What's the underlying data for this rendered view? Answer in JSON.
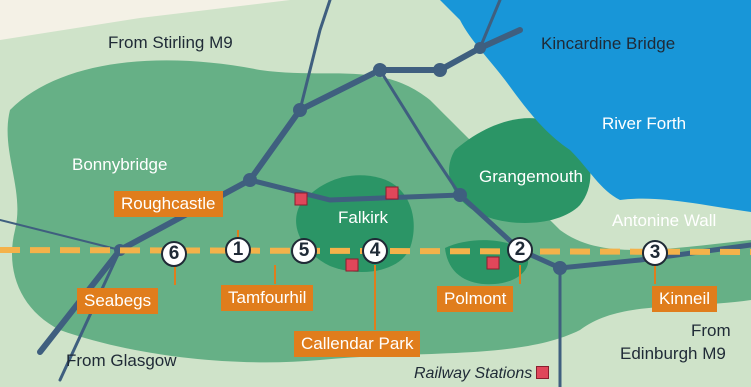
{
  "places": {
    "from_stirling": "From Stirling M9",
    "kincardine_bridge": "Kincardine Bridge",
    "river_forth": "River Forth",
    "bonnybridge": "Bonnybridge",
    "grangemouth": "Grangemouth",
    "falkirk": "Falkirk",
    "antonine_wall": "Antonine Wall",
    "from_glasgow": "From Glasgow",
    "from_edinburgh_1": "From",
    "from_edinburgh_2": "Edinburgh M9"
  },
  "sites": [
    {
      "number": "1",
      "name": "Roughcastle"
    },
    {
      "number": "2",
      "name": "Polmont"
    },
    {
      "number": "3",
      "name": "Kinneil"
    },
    {
      "number": "4",
      "name": "Callendar Park"
    },
    {
      "number": "5",
      "name": "Tamfourhil"
    },
    {
      "number": "6",
      "name": "Seabegs"
    }
  ],
  "legend": {
    "railway_stations": "Railway Stations"
  },
  "colors": {
    "land": "#cfe3c9",
    "green_area": "#66b086",
    "urban": "#2b9566",
    "water": "#1896d8",
    "roads": "#3f5f7f",
    "wall_line": "#f4b24a",
    "labels": "#e07d1c",
    "station": "#e0475a"
  }
}
